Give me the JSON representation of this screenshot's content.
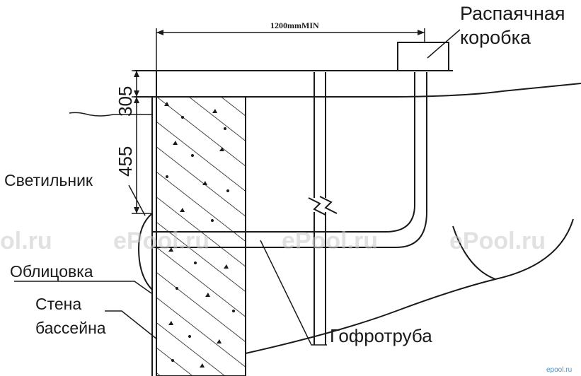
{
  "labels": {
    "junction_box_line1": "Распаячная",
    "junction_box_line2": "коробка",
    "light": "Светильник",
    "cladding": "Облицовка",
    "pool_wall_line1": "Стена",
    "pool_wall_line2": "бассейна",
    "conduit": "Гофротруба"
  },
  "dimensions": {
    "min_distance": "1200mmMIN",
    "upper_height": "305",
    "lower_height": "455"
  },
  "watermarks": {
    "main": "ePool.ru",
    "partial": "ol.ru",
    "corner": "epool.ru"
  },
  "colors": {
    "line": "#1a1a1a",
    "watermark": "#c9c9c9",
    "background": "#ffffff"
  }
}
